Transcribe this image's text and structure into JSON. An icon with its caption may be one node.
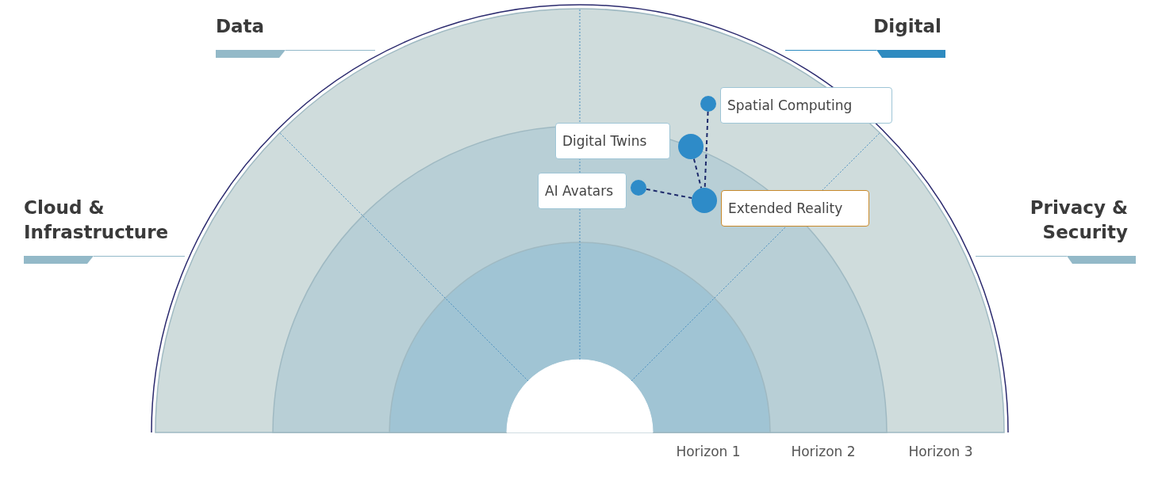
{
  "diagram": {
    "nodes": [
      {
        "text": [
          "Spatial Computing"
        ]
      },
      {
        "text": [
          "Digital Twins"
        ]
      },
      {
        "text": [
          "AI Avatars"
        ]
      },
      {
        "text": [
          "Extended Reality"
        ]
      },
      {
        "text": [],
        "shape": "circle"
      },
      {
        "text": [],
        "shape": "circle"
      },
      {
        "text": [],
        "shape": "circle"
      },
      {
        "text": [],
        "shape": "circle"
      }
    ],
    "edges": [
      {
        "from": 4,
        "to": 7,
        "arrow": "none",
        "style": "dashed"
      },
      {
        "from": 5,
        "to": 7,
        "arrow": "none",
        "style": "dashed"
      },
      {
        "from": 6,
        "to": 7,
        "arrow": "none",
        "style": "dashed"
      }
    ],
    "labels": [
      "Data",
      "Digital",
      "Cloud & Infrastructure",
      "Privacy & Security",
      "Horizon 1",
      "Horizon 2",
      "Horizon 3"
    ]
  }
}
